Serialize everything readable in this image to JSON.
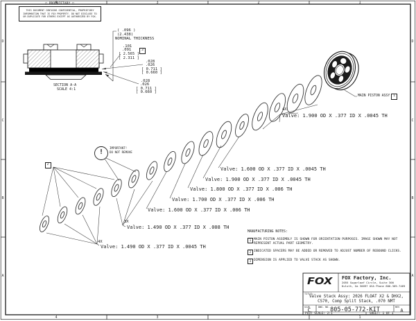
{
  "sheet": {
    "zones_top": [
      "4",
      "3",
      "2",
      "1"
    ],
    "zones_bottom": [
      "4",
      "3",
      "2",
      "1"
    ],
    "zones_left": [
      "D",
      "C",
      "B",
      "A"
    ],
    "zones_right": [
      "D",
      "C",
      "B",
      "A"
    ]
  },
  "proprietary": {
    "heading": "□ PROPRIETARY □",
    "body": "THIS DOCUMENT CONTAINS CONFIDENTIAL, PROPRIETARY INFORMATION THAT IS FOX PROPERTY. DO NOT DISCLOSE TO OR DUPLICATE FOR OTHERS EXCEPT AS AUTHORIZED BY FOX."
  },
  "section_view": {
    "label": "SECTION A-A",
    "scale": "SCALE 4:1"
  },
  "dimensions": {
    "nominal": [
      "( .096 )",
      "(2.438)",
      "NOMINAL THICKNESS"
    ],
    "stack_height": {
      "values": [
        ".101",
        ".091"
      ],
      "metric": [
        "[ 2.565 ]",
        "[ 2.311 ]"
      ],
      "note_flag": "3"
    },
    "shim_upper": {
      "values": [
        ".028",
        ".026"
      ],
      "metric": [
        "[ 0.711 ]",
        "[ 0.660 ]"
      ]
    },
    "shim_lower": {
      "values": [
        ".028",
        ".026"
      ],
      "metric": [
        "[ 0.711 ]",
        "[ 0.660 ]"
      ]
    }
  },
  "piston_callout": {
    "label": "MAIN PISTON ASSY",
    "note_flag": "1"
  },
  "warning_balloon": {
    "symbol": "!",
    "line1": "IMPORTANT!",
    "line2": "DO NOT REMOVE"
  },
  "spacer_note_flag": "2",
  "valve_callouts": [
    {
      "qty": "4X",
      "text": "Valve: 1.900 OD X .377 ID X .0045 TH"
    },
    {
      "qty": "",
      "text": "Valve: 1.600 OD X .377 ID X .0045 TH"
    },
    {
      "qty": "",
      "text": "Valve: 1.900 OD X .377 ID X .0045 TH"
    },
    {
      "qty": "",
      "text": "Valve: 1.800 OD X .377 ID X .006 TH"
    },
    {
      "qty": "",
      "text": "Valve: 1.700 OD X .377 ID X .006 TH"
    },
    {
      "qty": "",
      "text": "Valve: 1.600 OD X .377 ID X .006 TH"
    },
    {
      "qty": "3X",
      "text": "Valve: 1.490 OD X .377 ID X .008 TH"
    },
    {
      "qty": "4X",
      "text": "Valve: 1.490 OD X .377 ID X .0045 TH"
    }
  ],
  "manufacturing_notes": {
    "heading": "MANUFACTURING NOTES:",
    "items": [
      {
        "flag": "1",
        "text": "MAIN PISTON ASSEMBLY IS SHOWN FOR ORIENTATION PURPOSES. IMAGE SHOWN MAY NOT REPRESENT ACTUAL PART GEOMETRY."
      },
      {
        "flag": "2",
        "text": "INDICATED SPACERS MAY BE ADDED OR REMOVED TO ADJUST NUMBER OF REBOUND CLICKS."
      },
      {
        "flag": "3",
        "text": "DIMENSION IS APPLIED TO VALVE STACK AS SHOWN."
      }
    ]
  },
  "title_block": {
    "logo_text": "FOX",
    "company": "FOX Factory, Inc.",
    "address_line1": "2055 Sugarloaf Circle, Suite 300",
    "address_line2": "Duluth, Ga 30097 USA Phone 800-369-7469",
    "title_label": "TITLE:",
    "title_line1": "Valve Stack Assy: 2026 FLOAT X2 & DHX2,",
    "title_line2": "CS70, Comp Split Stack, .070 NMT",
    "size_label": "SIZE",
    "size_value": "C",
    "dwg_label": "DWG. NO.",
    "dwg_number": "805-05-772-KIT",
    "rev_label": "REV",
    "rev_value": "A",
    "plot_scale": "PLOT SCALE: 2:1",
    "sheet_info": "SHEET: 1 OF 1"
  }
}
